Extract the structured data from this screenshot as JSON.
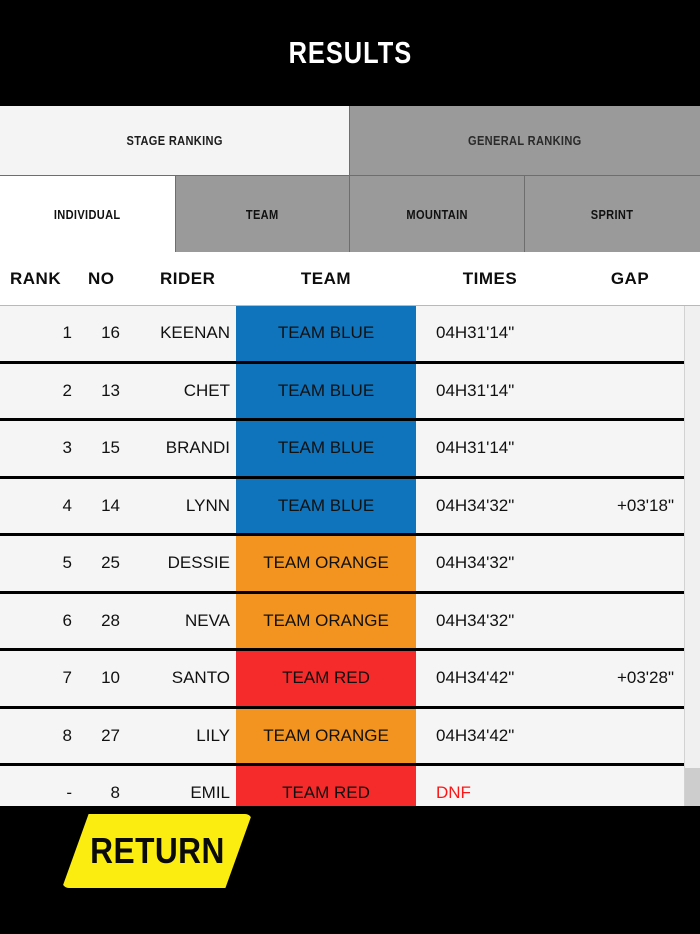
{
  "header": {
    "title": "RESULTS"
  },
  "tabs_primary": [
    {
      "label": "STAGE RANKING",
      "active": true
    },
    {
      "label": "GENERAL RANKING",
      "active": false
    }
  ],
  "tabs_secondary": [
    {
      "label": "INDIVIDUAL",
      "active": true
    },
    {
      "label": "TEAM",
      "active": false
    },
    {
      "label": "MOUNTAIN",
      "active": false
    },
    {
      "label": "SPRINT",
      "active": false
    }
  ],
  "table": {
    "columns": [
      "RANK",
      "NO",
      "RIDER",
      "TEAM",
      "TIMES",
      "GAP"
    ],
    "rows": [
      {
        "rank": "1",
        "no": "16",
        "rider": "KEENAN",
        "team": "TEAM BLUE",
        "team_color": "#0f74bc",
        "times": "04H31'14\"",
        "gap": ""
      },
      {
        "rank": "2",
        "no": "13",
        "rider": "CHET",
        "team": "TEAM BLUE",
        "team_color": "#0f74bc",
        "times": "04H31'14\"",
        "gap": ""
      },
      {
        "rank": "3",
        "no": "15",
        "rider": "BRANDI",
        "team": "TEAM BLUE",
        "team_color": "#0f74bc",
        "times": "04H31'14\"",
        "gap": ""
      },
      {
        "rank": "4",
        "no": "14",
        "rider": "LYNN",
        "team": "TEAM BLUE",
        "team_color": "#0f74bc",
        "times": "04H34'32\"",
        "gap": "+03'18\""
      },
      {
        "rank": "5",
        "no": "25",
        "rider": "DESSIE",
        "team": "TEAM ORANGE",
        "team_color": "#f2941f",
        "times": "04H34'32\"",
        "gap": ""
      },
      {
        "rank": "6",
        "no": "28",
        "rider": "NEVA",
        "team": "TEAM ORANGE",
        "team_color": "#f2941f",
        "times": "04H34'32\"",
        "gap": ""
      },
      {
        "rank": "7",
        "no": "10",
        "rider": "SANTO",
        "team": "TEAM RED",
        "team_color": "#f52a2a",
        "times": "04H34'42\"",
        "gap": "+03'28\""
      },
      {
        "rank": "8",
        "no": "27",
        "rider": "LILY",
        "team": "TEAM ORANGE",
        "team_color": "#f2941f",
        "times": "04H34'42\"",
        "gap": ""
      },
      {
        "rank": "-",
        "no": "8",
        "rider": "EMIL",
        "team": "TEAM RED",
        "team_color": "#f52a2a",
        "times": "DNF",
        "gap": "",
        "dnf": true
      }
    ]
  },
  "footer": {
    "return_label": "RETURN"
  },
  "colors": {
    "background": "#000000",
    "team_blue": "#0f74bc",
    "team_orange": "#f2941f",
    "team_red": "#f52a2a",
    "dnf_text": "#ff1515",
    "return_button": "#fbed10",
    "tab_active": "#ffffff",
    "tab_inactive": "#9a9a9a",
    "row_background": "#f5f5f5"
  }
}
